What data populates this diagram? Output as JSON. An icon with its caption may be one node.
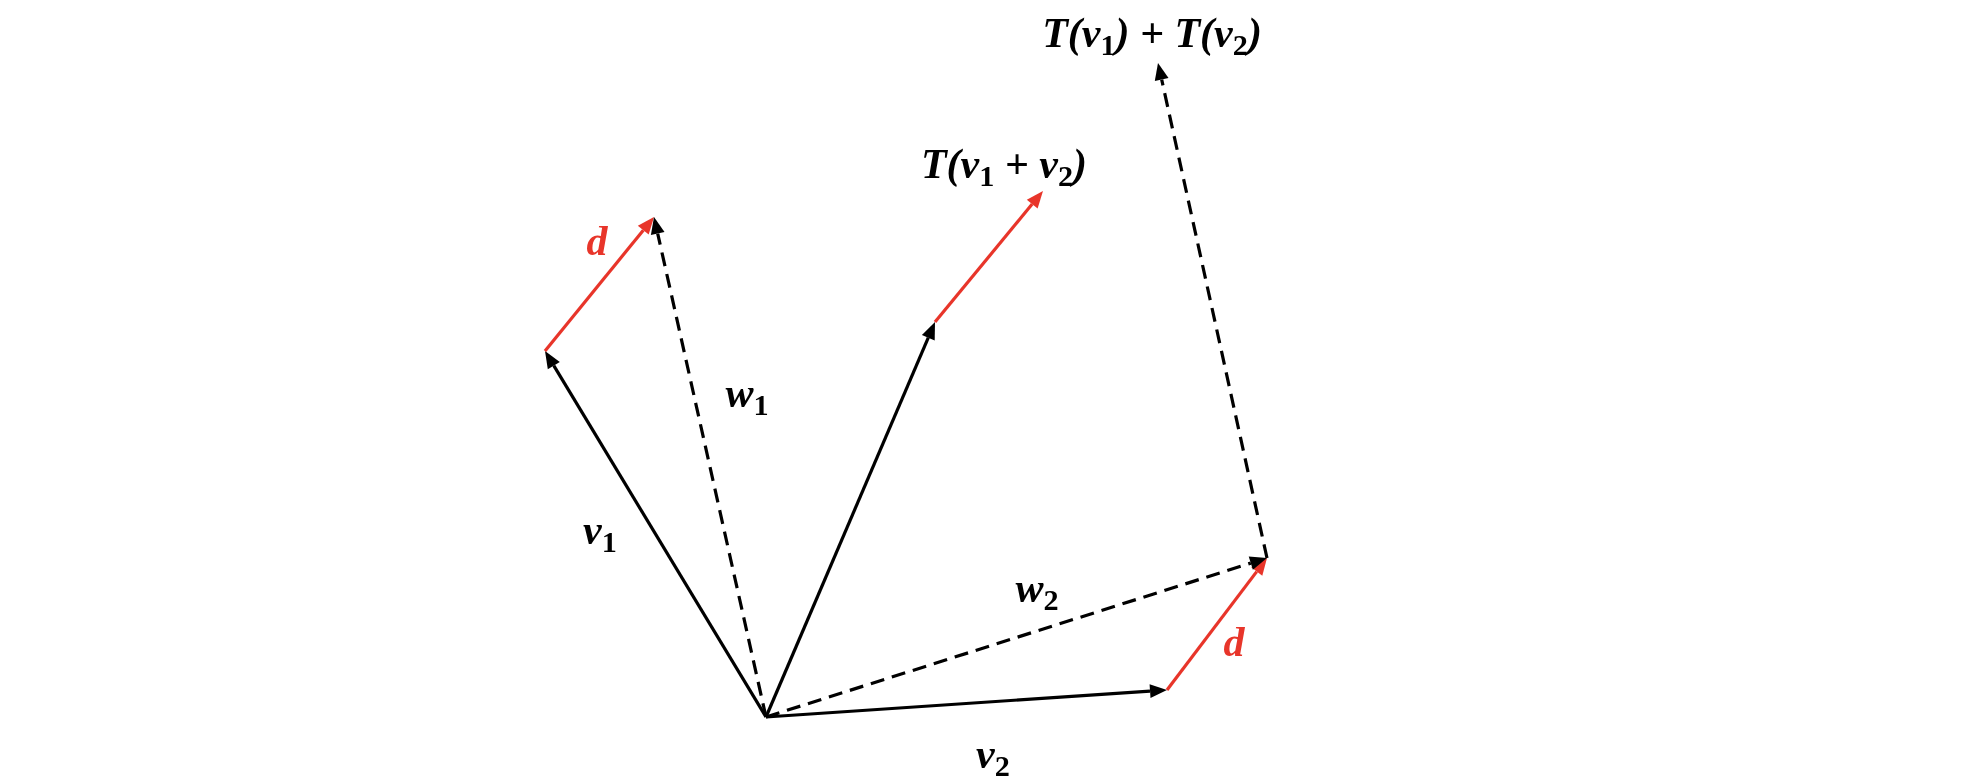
{
  "diagram": {
    "labels": [
      "T(v$_{1}$) + T(v$_{2}$)",
      "T(v$_{1}$ + v$_{2}$)",
      "d",
      "w$_{1}$",
      "v$_{1}$",
      "w$_{2}$",
      "d",
      "v$_{2}$"
    ]
  }
}
